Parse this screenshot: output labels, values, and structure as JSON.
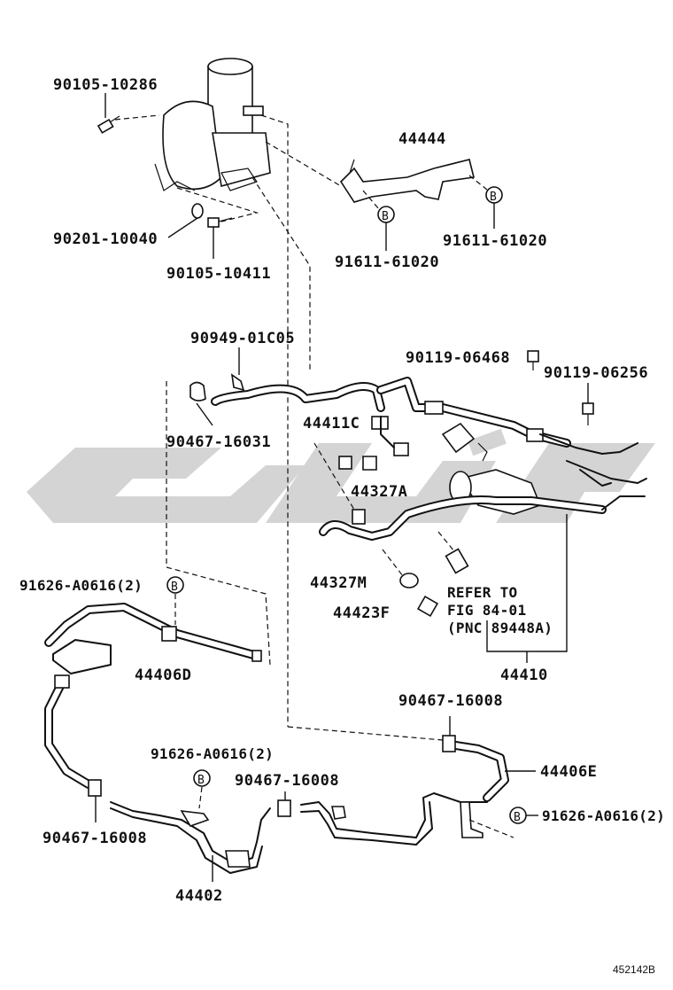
{
  "labels": {
    "p90105_10286": "90105-10286",
    "p44444": "44444",
    "p90201_10040": "90201-10040",
    "p90105_10411": "90105-10411",
    "p91611_61020_a": "91611-61020",
    "p91611_61020_b": "91611-61020",
    "p90949_01C05": "90949-01C05",
    "p90119_06468": "90119-06468",
    "p90119_06256": "90119-06256",
    "p44411C": "44411C",
    "p90467_16031": "90467-16031",
    "p44327A": "44327A",
    "p91626_A0616_a": "91626-A0616(2)",
    "p44327M": "44327M",
    "p44423F": "44423F",
    "p44406D": "44406D",
    "p44410": "44410",
    "p90467_16008_a": "90467-16008",
    "p91626_A0616_b": "91626-A0616(2)",
    "p44406E": "44406E",
    "p90467_16008_b": "90467-16008",
    "p91626_A0616_c": "91626-A0616(2)",
    "p90467_16008_c": "90467-16008",
    "p44402": "44402"
  },
  "refer_note": {
    "line1": "REFER TO",
    "line2": "FIG 84-01",
    "line3": "(PNC 89448A)"
  },
  "callout_letter": "B",
  "figure_number": "452142B"
}
